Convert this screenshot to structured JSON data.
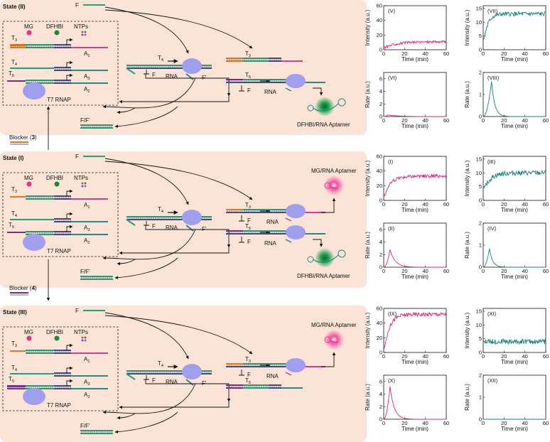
{
  "colors": {
    "panel_bg": "#fbe3d6",
    "template_green": "#26a078",
    "template_dark": "#3a4a8a",
    "teal": "#1f8c88",
    "magenta": "#d63a9a",
    "orange": "#e8761a",
    "purple": "#7a2a8a",
    "rnap": "#9f9fee",
    "mg": "#e8308a",
    "dfhbi": "#1a8a3a",
    "chart_pink": "#e0207a",
    "chart_teal": "#16807a"
  },
  "diagram": {
    "states": [
      {
        "label": "State (II)"
      },
      {
        "label": "State (I)"
      },
      {
        "label": "State (III)"
      }
    ],
    "blockers": [
      {
        "prefix": "Blocker (",
        "num": "3",
        "suffix": ")"
      },
      {
        "prefix": "Blocker (",
        "num": "4",
        "suffix": ")"
      }
    ],
    "labels": {
      "F": "F",
      "Fp": "F'",
      "FFp": "F/F'",
      "MG": "MG",
      "DFHBI": "DFHBI",
      "NTPs": "NTPs",
      "T": "T",
      "A": "A",
      "RNAP": "T7 RNAP",
      "RNA": "RNA",
      "aptamer_green": "DFHBI/RNA Aptamer",
      "aptamer_mg": "MG/RNA Aptamer",
      "sub3": "3",
      "sub4": "4",
      "sub5": "5",
      "sub1": "1",
      "sub2": "2"
    }
  },
  "chart_data": [
    {
      "type": "line",
      "panel": "(V)",
      "ylabel": "Intensity (a.u.)",
      "xlabel": "Time (min)",
      "xlim": [
        0,
        60
      ],
      "ylim": [
        0,
        60
      ],
      "xticks": [
        0,
        20,
        40,
        60
      ],
      "yticks": [
        0,
        20,
        40,
        60
      ],
      "color": "#e0207a",
      "kind": "intensity",
      "plateau": 11,
      "tau": 12,
      "start": 3,
      "noise": 1.6
    },
    {
      "type": "line",
      "panel": "(VII)",
      "ylabel": "Intensity (a.u.)",
      "xlabel": "Time (min)",
      "xlim": [
        0,
        60
      ],
      "ylim": [
        0,
        16
      ],
      "xticks": [
        0,
        20,
        40,
        60
      ],
      "yticks": [
        0,
        5,
        10,
        15
      ],
      "color": "#16807a",
      "kind": "intensity",
      "plateau": 13,
      "tau": 4,
      "start": 4,
      "noise": 0.8
    },
    {
      "type": "line",
      "panel": "(VI)",
      "ylabel": "Rate (a.u.)",
      "xlabel": "Time (min)",
      "xlim": [
        0,
        60
      ],
      "ylim": [
        0,
        7
      ],
      "xticks": [
        0,
        20,
        40,
        60
      ],
      "yticks": [
        0,
        2,
        4,
        6
      ],
      "color": "#e0207a",
      "kind": "rate",
      "peak": 0.25,
      "tpeak": 4,
      "tau": 10
    },
    {
      "type": "line",
      "panel": "(VIII)",
      "ylabel": "Rate (a.u.)",
      "xlabel": "Time (min)",
      "xlim": [
        0,
        60
      ],
      "ylim": [
        0,
        2
      ],
      "xticks": [
        0,
        20,
        40,
        60
      ],
      "yticks": [
        0,
        1,
        2
      ],
      "color": "#16807a",
      "kind": "rate",
      "peak": 1.6,
      "tpeak": 8,
      "tau": 3
    },
    {
      "type": "line",
      "panel": "(I)",
      "ylabel": "Intensity (a.u.)",
      "xlabel": "Time (min)",
      "xlim": [
        0,
        60
      ],
      "ylim": [
        0,
        60
      ],
      "xticks": [
        0,
        20,
        40,
        60
      ],
      "yticks": [
        0,
        20,
        40,
        60
      ],
      "color": "#e0207a",
      "kind": "intensity",
      "plateau": 33,
      "tau": 6,
      "start": 7,
      "noise": 2.4
    },
    {
      "type": "line",
      "panel": "(III)",
      "ylabel": "Intensity (a.u.)",
      "xlabel": "Time (min)",
      "xlim": [
        0,
        60
      ],
      "ylim": [
        0,
        16
      ],
      "xticks": [
        0,
        20,
        40,
        60
      ],
      "yticks": [
        0,
        5,
        10,
        15
      ],
      "color": "#16807a",
      "kind": "intensity",
      "plateau": 10,
      "tau": 6,
      "start": 4,
      "noise": 0.9
    },
    {
      "type": "line",
      "panel": "(II)",
      "ylabel": "Rate (a.u.)",
      "xlabel": "Time (min)",
      "xlim": [
        0,
        60
      ],
      "ylim": [
        0,
        7
      ],
      "xticks": [
        0,
        20,
        40,
        60
      ],
      "yticks": [
        0,
        2,
        4,
        6
      ],
      "color": "#e0207a",
      "kind": "rate",
      "peak": 2.8,
      "tpeak": 6,
      "tau": 5
    },
    {
      "type": "line",
      "panel": "(IV)",
      "ylabel": "Rate (a.u.)",
      "xlabel": "Time (min)",
      "xlim": [
        0,
        60
      ],
      "ylim": [
        0,
        2
      ],
      "xticks": [
        0,
        20,
        40,
        60
      ],
      "yticks": [
        0,
        1,
        2
      ],
      "color": "#16807a",
      "kind": "rate",
      "peak": 0.85,
      "tpeak": 6,
      "tau": 3
    },
    {
      "type": "line",
      "panel": "(IX)",
      "ylabel": "Intensity (a.u.)",
      "xlabel": "Time (min)",
      "xlim": [
        0,
        60
      ],
      "ylim": [
        0,
        60
      ],
      "xticks": [
        0,
        20,
        40,
        60
      ],
      "yticks": [
        0,
        20,
        40,
        60
      ],
      "color": "#e0207a",
      "kind": "intensity",
      "plateau": 52,
      "tau": 5,
      "start": 7,
      "noise": 2.8
    },
    {
      "type": "line",
      "panel": "(XI)",
      "ylabel": "Intensity (a.u.)",
      "xlabel": "Time (min)",
      "xlim": [
        0,
        60
      ],
      "ylim": [
        0,
        16
      ],
      "xticks": [
        0,
        20,
        40,
        60
      ],
      "yticks": [
        0,
        5,
        10,
        15
      ],
      "color": "#16807a",
      "kind": "intensity",
      "plateau": 4,
      "tau": 1,
      "start": 4,
      "noise": 0.9
    },
    {
      "type": "line",
      "panel": "(X)",
      "ylabel": "Rate (a.u.)",
      "xlabel": "Time (min)",
      "xlim": [
        0,
        60
      ],
      "ylim": [
        0,
        7
      ],
      "xticks": [
        0,
        20,
        40,
        60
      ],
      "yticks": [
        0,
        2,
        4,
        6
      ],
      "color": "#e0207a",
      "kind": "rate",
      "peak": 5.2,
      "tpeak": 6,
      "tau": 4
    },
    {
      "type": "line",
      "panel": "(XII)",
      "ylabel": "Rate (a.u.)",
      "xlabel": "Time (min)",
      "xlim": [
        0,
        60
      ],
      "ylim": [
        0,
        2
      ],
      "xticks": [
        0,
        20,
        40,
        60
      ],
      "yticks": [
        0,
        1,
        2
      ],
      "color": "#16807a",
      "kind": "rate",
      "peak": 0,
      "tpeak": 6,
      "tau": 3
    }
  ]
}
